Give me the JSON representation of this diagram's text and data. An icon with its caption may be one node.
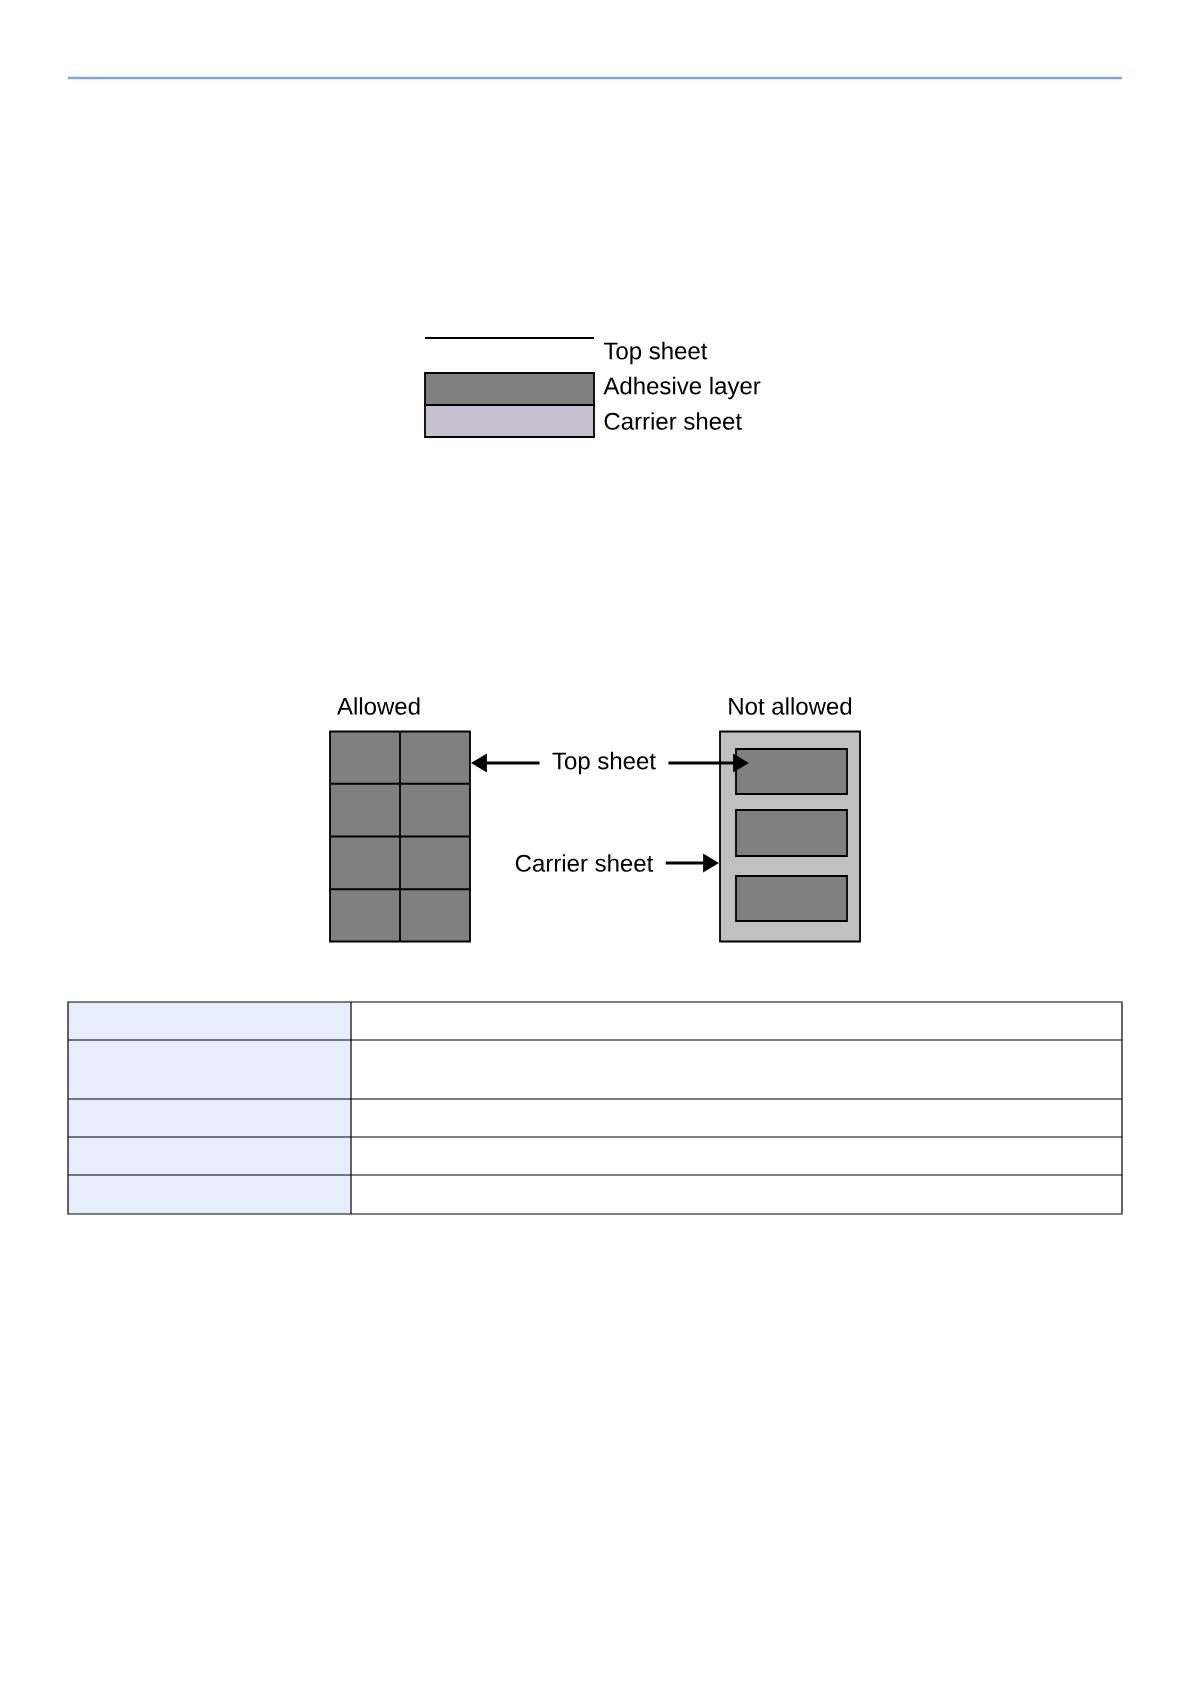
{
  "diagram": {
    "nodes": [
      {
        "text": [
          "Top sheet"
        ]
      },
      {
        "text": [
          "Allowed"
        ]
      },
      {
        "text": [
          "Not allowed"
        ]
      },
      {
        "text": [
          "Carrier sheet"
        ]
      },
      {
        "text": [],
        "shape": "box",
        "in": 2
      },
      {
        "text": [],
        "shape": "box",
        "in": 2
      },
      {
        "text": [],
        "shape": "box",
        "in": 2
      }
    ],
    "edges": [
      {
        "from": 0,
        "to": 1,
        "arrow": "to"
      },
      {
        "from": 0,
        "to": 4,
        "arrow": "to"
      },
      {
        "from": 3,
        "to": 2,
        "arrow": "to"
      }
    ],
    "legend": [
      {
        "text": "Top sheet"
      },
      {
        "text": "Adhesive layer",
        "color": "#808080"
      },
      {
        "text": "Carrier sheet",
        "color": "#c8c0d0"
      }
    ]
  }
}
